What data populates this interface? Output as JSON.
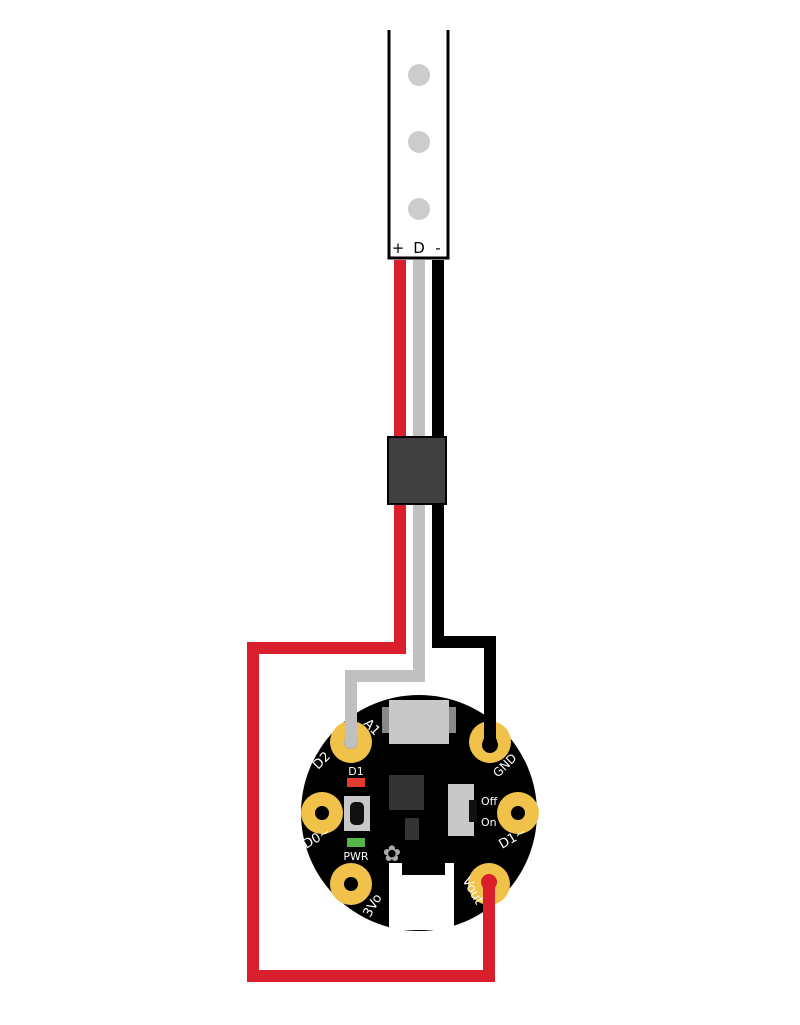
{
  "diagram": {
    "type": "wiring",
    "colors": {
      "power_wire": "#d91f2b",
      "data_wire": "#c0c0c0",
      "ground_wire": "#000000",
      "board": "#000000",
      "pad": "#f0c24a",
      "connector": "#404040",
      "led": "#cccccc"
    },
    "led_strip": {
      "pin_labels": [
        "+",
        "D",
        "-"
      ],
      "led_count": 3
    },
    "board": {
      "pads": {
        "a1": "A1",
        "d2": "D2",
        "gnd": "GND",
        "d0": "D0~",
        "d1": "D1~",
        "3vo": "3Vo",
        "vout": "Vout"
      },
      "led_d1_label": "D1",
      "pwr_label": "PWR",
      "switch_off_label": "Off",
      "switch_on_label": "On"
    },
    "connections": [
      {
        "from": "+",
        "to": "Vout",
        "color": "red"
      },
      {
        "from": "D",
        "to": "D2",
        "color": "gray"
      },
      {
        "from": "-",
        "to": "GND",
        "color": "black"
      }
    ]
  }
}
